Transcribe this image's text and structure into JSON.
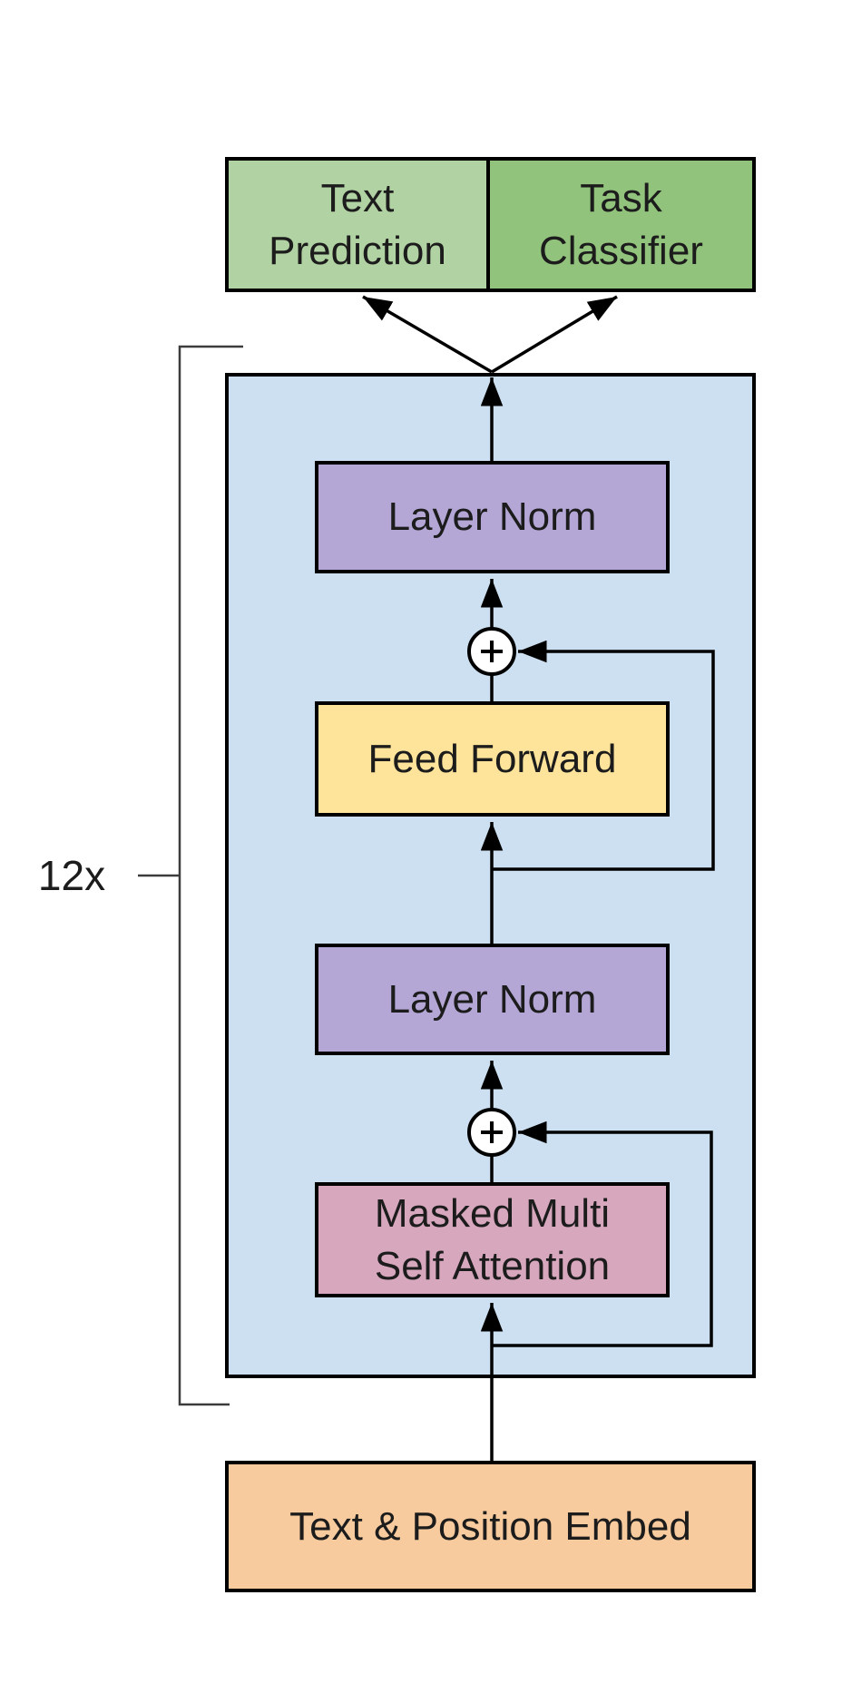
{
  "diagram": {
    "repeat_count_label": "12x",
    "outputs": {
      "text_prediction": "Text\nPrediction",
      "task_classifier": "Task\nClassifier"
    },
    "transformer_block": {
      "layer_norm_top": "Layer Norm",
      "feed_forward": "Feed Forward",
      "layer_norm_bottom": "Layer Norm",
      "masked_attention": "Masked Multi\nSelf Attention"
    },
    "input": {
      "embed": "Text & Position Embed"
    },
    "operators": {
      "add_top": "+",
      "add_bottom": "+"
    },
    "palette": {
      "background": "#ffffff",
      "block_fill": "#cde0f1",
      "layer_norm_fill": "#b4a7d6",
      "feed_forward_fill": "#fde49a",
      "attention_fill": "#d6a7bd",
      "embed_fill": "#f8cb9e",
      "text_prediction_fill": "#b1d2a2",
      "task_classifier_fill": "#92c37c",
      "line_color": "#000000",
      "bracket_color": "#3c3c3c"
    }
  }
}
